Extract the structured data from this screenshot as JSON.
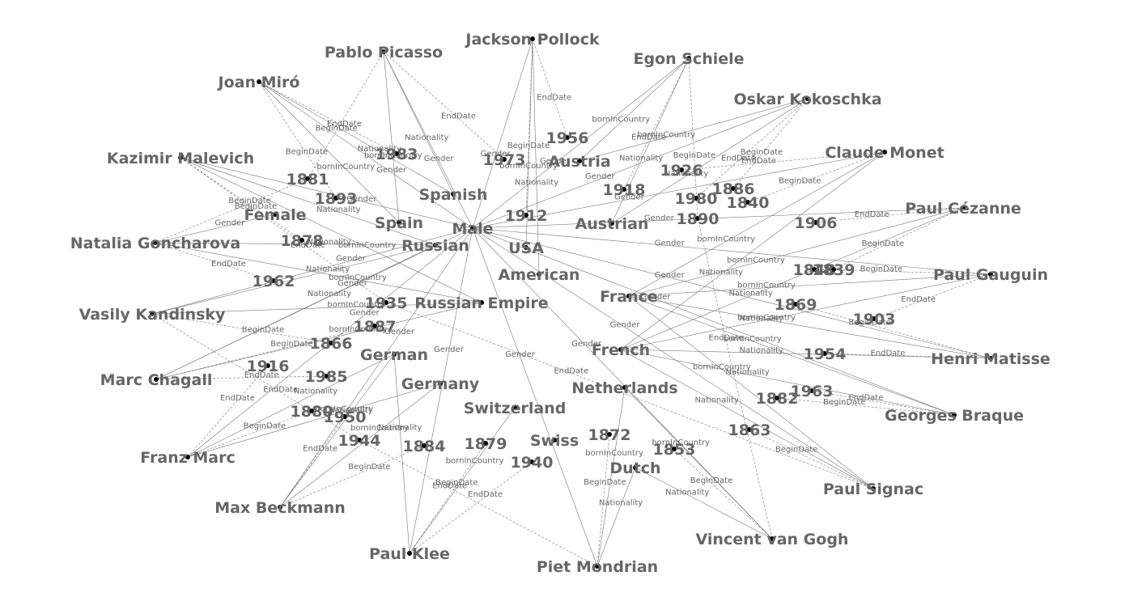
{
  "graph": {
    "nodes": [
      {
        "id": "jackson_pollock",
        "label": "Jackson Pollock",
        "kind": "entity"
      },
      {
        "id": "pablo_picasso",
        "label": "Pablo Picasso",
        "kind": "entity"
      },
      {
        "id": "egon_schiele",
        "label": "Egon Schiele",
        "kind": "entity"
      },
      {
        "id": "joan_miro",
        "label": "Joan Miró",
        "kind": "entity"
      },
      {
        "id": "oskar_kokoschka",
        "label": "Oskar Kokoschka",
        "kind": "entity"
      },
      {
        "id": "kazimir_malevich",
        "label": "Kazimir Malevich",
        "kind": "entity"
      },
      {
        "id": "claude_monet",
        "label": "Claude Monet",
        "kind": "entity"
      },
      {
        "id": "natalia_goncharova",
        "label": "Natalia Goncharova",
        "kind": "entity"
      },
      {
        "id": "paul_cezanne",
        "label": "Paul Cézanne",
        "kind": "entity"
      },
      {
        "id": "paul_gauguin",
        "label": "Paul Gauguin",
        "kind": "entity"
      },
      {
        "id": "vasily_kandinsky",
        "label": "Vasily Kandinsky",
        "kind": "entity"
      },
      {
        "id": "henri_matisse",
        "label": "Henri Matisse",
        "kind": "entity"
      },
      {
        "id": "marc_chagall",
        "label": "Marc Chagall",
        "kind": "entity"
      },
      {
        "id": "georges_braque",
        "label": "Georges Braque",
        "kind": "entity"
      },
      {
        "id": "franz_marc",
        "label": "Franz Marc",
        "kind": "entity"
      },
      {
        "id": "paul_signac",
        "label": "Paul Signac",
        "kind": "entity"
      },
      {
        "id": "max_beckmann",
        "label": "Max Beckmann",
        "kind": "entity"
      },
      {
        "id": "vincent_van_gogh",
        "label": "Vincent van Gogh",
        "kind": "entity"
      },
      {
        "id": "paul_klee",
        "label": "Paul Klee",
        "kind": "entity"
      },
      {
        "id": "piet_mondrian",
        "label": "Piet Mondrian",
        "kind": "entity"
      },
      {
        "id": "male",
        "label": "Male",
        "kind": "value"
      },
      {
        "id": "female",
        "label": "Female",
        "kind": "value"
      },
      {
        "id": "spanish",
        "label": "Spanish",
        "kind": "value"
      },
      {
        "id": "spain",
        "label": "Spain",
        "kind": "value"
      },
      {
        "id": "russian",
        "label": "Russian",
        "kind": "value"
      },
      {
        "id": "usa",
        "label": "USA",
        "kind": "value"
      },
      {
        "id": "american",
        "label": "American",
        "kind": "value"
      },
      {
        "id": "austria",
        "label": "Austria",
        "kind": "value"
      },
      {
        "id": "austrian",
        "label": "Austrian",
        "kind": "value"
      },
      {
        "id": "russian_empire",
        "label": "Russian Empire",
        "kind": "value"
      },
      {
        "id": "france",
        "label": "France",
        "kind": "value"
      },
      {
        "id": "french",
        "label": "French",
        "kind": "value"
      },
      {
        "id": "german",
        "label": "German",
        "kind": "value"
      },
      {
        "id": "germany",
        "label": "Germany",
        "kind": "value"
      },
      {
        "id": "switzerland",
        "label": "Switzerland",
        "kind": "value"
      },
      {
        "id": "swiss",
        "label": "Swiss",
        "kind": "value"
      },
      {
        "id": "netherlands",
        "label": "Netherlands",
        "kind": "value"
      },
      {
        "id": "dutch",
        "label": "Dutch",
        "kind": "value"
      },
      {
        "id": "y1956",
        "label": "1956",
        "kind": "value"
      },
      {
        "id": "y1973",
        "label": "1973",
        "kind": "value"
      },
      {
        "id": "y1983",
        "label": "1983",
        "kind": "value"
      },
      {
        "id": "y1881",
        "label": "1881",
        "kind": "value"
      },
      {
        "id": "y1893",
        "label": "1893",
        "kind": "value"
      },
      {
        "id": "y1878",
        "label": "1878",
        "kind": "value"
      },
      {
        "id": "y1962",
        "label": "1962",
        "kind": "value"
      },
      {
        "id": "y1912",
        "label": "1912",
        "kind": "value"
      },
      {
        "id": "y1926",
        "label": "1926",
        "kind": "value"
      },
      {
        "id": "y1918",
        "label": "1918",
        "kind": "value"
      },
      {
        "id": "y1980",
        "label": "1980",
        "kind": "value"
      },
      {
        "id": "y1886",
        "label": "1886",
        "kind": "value"
      },
      {
        "id": "y1840",
        "label": "1840",
        "kind": "value"
      },
      {
        "id": "y1890",
        "label": "1890",
        "kind": "value"
      },
      {
        "id": "y1906",
        "label": "1906",
        "kind": "value"
      },
      {
        "id": "y1848",
        "label": "1848",
        "kind": "value"
      },
      {
        "id": "y1839",
        "label": "1839",
        "kind": "value"
      },
      {
        "id": "y1869",
        "label": "1869",
        "kind": "value"
      },
      {
        "id": "y1903",
        "label": "1903",
        "kind": "value"
      },
      {
        "id": "y1935",
        "label": "1935",
        "kind": "value"
      },
      {
        "id": "y1887",
        "label": "1887",
        "kind": "value"
      },
      {
        "id": "y1866",
        "label": "1866",
        "kind": "value"
      },
      {
        "id": "y1916",
        "label": "1916",
        "kind": "value"
      },
      {
        "id": "y1985",
        "label": "1985",
        "kind": "value"
      },
      {
        "id": "y1954",
        "label": "1954",
        "kind": "value"
      },
      {
        "id": "y1882",
        "label": "1882",
        "kind": "value"
      },
      {
        "id": "y1963",
        "label": "1963",
        "kind": "value"
      },
      {
        "id": "y1880",
        "label": "1880",
        "kind": "value"
      },
      {
        "id": "y1950",
        "label": "1950",
        "kind": "value"
      },
      {
        "id": "y1944",
        "label": "1944",
        "kind": "value"
      },
      {
        "id": "y1884",
        "label": "1884",
        "kind": "value"
      },
      {
        "id": "y1879",
        "label": "1879",
        "kind": "value"
      },
      {
        "id": "y1940",
        "label": "1940",
        "kind": "value"
      },
      {
        "id": "y1872",
        "label": "1872",
        "kind": "value"
      },
      {
        "id": "y1853",
        "label": "1853",
        "kind": "value"
      },
      {
        "id": "y1863",
        "label": "1863",
        "kind": "value"
      }
    ],
    "edges": [
      {
        "from": "jackson_pollock",
        "to": "male",
        "label": "Gender"
      },
      {
        "from": "jackson_pollock",
        "to": "american",
        "label": "Nationality"
      },
      {
        "from": "jackson_pollock",
        "to": "usa",
        "label": "bornInCountry"
      },
      {
        "from": "jackson_pollock",
        "to": "y1956",
        "label": "EndDate"
      },
      {
        "from": "jackson_pollock",
        "to": "y1912",
        "label": "BeginDate"
      },
      {
        "from": "pablo_picasso",
        "to": "male",
        "label": "Gender"
      },
      {
        "from": "pablo_picasso",
        "to": "spanish",
        "label": "Nationality"
      },
      {
        "from": "pablo_picasso",
        "to": "spain",
        "label": "bornInCountry"
      },
      {
        "from": "pablo_picasso",
        "to": "y1973",
        "label": "EndDate"
      },
      {
        "from": "pablo_picasso",
        "to": "y1881",
        "label": "BeginDate"
      },
      {
        "from": "joan_miro",
        "to": "male",
        "label": "Gender"
      },
      {
        "from": "joan_miro",
        "to": "spanish",
        "label": "Nationality"
      },
      {
        "from": "joan_miro",
        "to": "spain",
        "label": "bornInCountry"
      },
      {
        "from": "joan_miro",
        "to": "y1983",
        "label": "EndDate"
      },
      {
        "from": "joan_miro",
        "to": "y1893",
        "label": "BeginDate"
      },
      {
        "from": "egon_schiele",
        "to": "male",
        "label": "Gender"
      },
      {
        "from": "egon_schiele",
        "to": "austrian",
        "label": "Nationality"
      },
      {
        "from": "egon_schiele",
        "to": "austria",
        "label": "bornInCountry"
      },
      {
        "from": "egon_schiele",
        "to": "y1918",
        "label": "EndDate"
      },
      {
        "from": "egon_schiele",
        "to": "y1890",
        "label": "BeginDate"
      },
      {
        "from": "oskar_kokoschka",
        "to": "male",
        "label": "Gender"
      },
      {
        "from": "oskar_kokoschka",
        "to": "austrian",
        "label": "Nationality"
      },
      {
        "from": "oskar_kokoschka",
        "to": "austria",
        "label": "bornInCountry"
      },
      {
        "from": "oskar_kokoschka",
        "to": "y1980",
        "label": "EndDate"
      },
      {
        "from": "oskar_kokoschka",
        "to": "y1886",
        "label": "BeginDate"
      },
      {
        "from": "kazimir_malevich",
        "to": "male",
        "label": "Gender"
      },
      {
        "from": "kazimir_malevich",
        "to": "russian",
        "label": "Nationality"
      },
      {
        "from": "kazimir_malevich",
        "to": "russian_empire",
        "label": "bornInCountry"
      },
      {
        "from": "kazimir_malevich",
        "to": "y1935",
        "label": "EndDate"
      },
      {
        "from": "kazimir_malevich",
        "to": "y1878",
        "label": "BeginDate"
      },
      {
        "from": "claude_monet",
        "to": "male",
        "label": "Gender"
      },
      {
        "from": "claude_monet",
        "to": "french",
        "label": "Nationality"
      },
      {
        "from": "claude_monet",
        "to": "france",
        "label": "bornInCountry"
      },
      {
        "from": "claude_monet",
        "to": "y1926",
        "label": "EndDate"
      },
      {
        "from": "claude_monet",
        "to": "y1840",
        "label": "BeginDate"
      },
      {
        "from": "natalia_goncharova",
        "to": "female",
        "label": "Gender"
      },
      {
        "from": "natalia_goncharova",
        "to": "russian",
        "label": "Nationality"
      },
      {
        "from": "natalia_goncharova",
        "to": "russian_empire",
        "label": "bornInCountry"
      },
      {
        "from": "natalia_goncharova",
        "to": "y1962",
        "label": "EndDate"
      },
      {
        "from": "natalia_goncharova",
        "to": "y1881",
        "label": "BeginDate"
      },
      {
        "from": "paul_cezanne",
        "to": "male",
        "label": "Gender"
      },
      {
        "from": "paul_cezanne",
        "to": "french",
        "label": "Nationality"
      },
      {
        "from": "paul_cezanne",
        "to": "france",
        "label": "bornInCountry"
      },
      {
        "from": "paul_cezanne",
        "to": "y1906",
        "label": "EndDate"
      },
      {
        "from": "paul_cezanne",
        "to": "y1839",
        "label": "BeginDate"
      },
      {
        "from": "paul_gauguin",
        "to": "male",
        "label": "Gender"
      },
      {
        "from": "paul_gauguin",
        "to": "french",
        "label": "Nationality"
      },
      {
        "from": "paul_gauguin",
        "to": "france",
        "label": "bornInCountry"
      },
      {
        "from": "paul_gauguin",
        "to": "y1903",
        "label": "EndDate"
      },
      {
        "from": "paul_gauguin",
        "to": "y1848",
        "label": "BeginDate"
      },
      {
        "from": "vasily_kandinsky",
        "to": "male",
        "label": "Gender"
      },
      {
        "from": "vasily_kandinsky",
        "to": "russian",
        "label": "Nationality"
      },
      {
        "from": "vasily_kandinsky",
        "to": "russian_empire",
        "label": "bornInCountry"
      },
      {
        "from": "vasily_kandinsky",
        "to": "y1944",
        "label": "EndDate"
      },
      {
        "from": "vasily_kandinsky",
        "to": "y1866",
        "label": "BeginDate"
      },
      {
        "from": "henri_matisse",
        "to": "male",
        "label": "Gender"
      },
      {
        "from": "henri_matisse",
        "to": "french",
        "label": "Nationality"
      },
      {
        "from": "henri_matisse",
        "to": "france",
        "label": "bornInCountry"
      },
      {
        "from": "henri_matisse",
        "to": "y1954",
        "label": "EndDate"
      },
      {
        "from": "henri_matisse",
        "to": "y1869",
        "label": "BeginDate"
      },
      {
        "from": "marc_chagall",
        "to": "male",
        "label": "Gender"
      },
      {
        "from": "marc_chagall",
        "to": "russian",
        "label": "Nationality"
      },
      {
        "from": "marc_chagall",
        "to": "russian_empire",
        "label": "bornInCountry"
      },
      {
        "from": "marc_chagall",
        "to": "y1985",
        "label": "EndDate"
      },
      {
        "from": "marc_chagall",
        "to": "y1887",
        "label": "BeginDate"
      },
      {
        "from": "georges_braque",
        "to": "male",
        "label": "Gender"
      },
      {
        "from": "georges_braque",
        "to": "french",
        "label": "Nationality"
      },
      {
        "from": "georges_braque",
        "to": "france",
        "label": "bornInCountry"
      },
      {
        "from": "georges_braque",
        "to": "y1963",
        "label": "EndDate"
      },
      {
        "from": "georges_braque",
        "to": "y1882",
        "label": "BeginDate"
      },
      {
        "from": "franz_marc",
        "to": "male",
        "label": "Gender"
      },
      {
        "from": "franz_marc",
        "to": "german",
        "label": "Nationality"
      },
      {
        "from": "franz_marc",
        "to": "germany",
        "label": "bornInCountry"
      },
      {
        "from": "franz_marc",
        "to": "y1916",
        "label": "EndDate"
      },
      {
        "from": "franz_marc",
        "to": "y1880",
        "label": "BeginDate"
      },
      {
        "from": "paul_signac",
        "to": "male",
        "label": "Gender"
      },
      {
        "from": "paul_signac",
        "to": "french",
        "label": "Nationality"
      },
      {
        "from": "paul_signac",
        "to": "france",
        "label": "bornInCountry"
      },
      {
        "from": "paul_signac",
        "to": "y1935",
        "label": "EndDate"
      },
      {
        "from": "paul_signac",
        "to": "y1863",
        "label": "BeginDate"
      },
      {
        "from": "max_beckmann",
        "to": "male",
        "label": "Gender"
      },
      {
        "from": "max_beckmann",
        "to": "german",
        "label": "Nationality"
      },
      {
        "from": "max_beckmann",
        "to": "germany",
        "label": "bornInCountry"
      },
      {
        "from": "max_beckmann",
        "to": "y1950",
        "label": "EndDate"
      },
      {
        "from": "max_beckmann",
        "to": "y1884",
        "label": "BeginDate"
      },
      {
        "from": "vincent_van_gogh",
        "to": "male",
        "label": "Gender"
      },
      {
        "from": "vincent_van_gogh",
        "to": "dutch",
        "label": "Nationality"
      },
      {
        "from": "vincent_van_gogh",
        "to": "netherlands",
        "label": "bornInCountry"
      },
      {
        "from": "vincent_van_gogh",
        "to": "y1890",
        "label": "EndDate"
      },
      {
        "from": "vincent_van_gogh",
        "to": "y1853",
        "label": "BeginDate"
      },
      {
        "from": "paul_klee",
        "to": "male",
        "label": "Gender"
      },
      {
        "from": "paul_klee",
        "to": "german",
        "label": "Nationality"
      },
      {
        "from": "paul_klee",
        "to": "switzerland",
        "label": "bornInCountry"
      },
      {
        "from": "paul_klee",
        "to": "y1940",
        "label": "EndDate"
      },
      {
        "from": "paul_klee",
        "to": "y1879",
        "label": "BeginDate"
      },
      {
        "from": "piet_mondrian",
        "to": "male",
        "label": "Gender"
      },
      {
        "from": "piet_mondrian",
        "to": "dutch",
        "label": "Nationality"
      },
      {
        "from": "piet_mondrian",
        "to": "netherlands",
        "label": "bornInCountry"
      },
      {
        "from": "piet_mondrian",
        "to": "y1944",
        "label": "EndDate"
      },
      {
        "from": "piet_mondrian",
        "to": "y1872",
        "label": "BeginDate"
      }
    ]
  }
}
